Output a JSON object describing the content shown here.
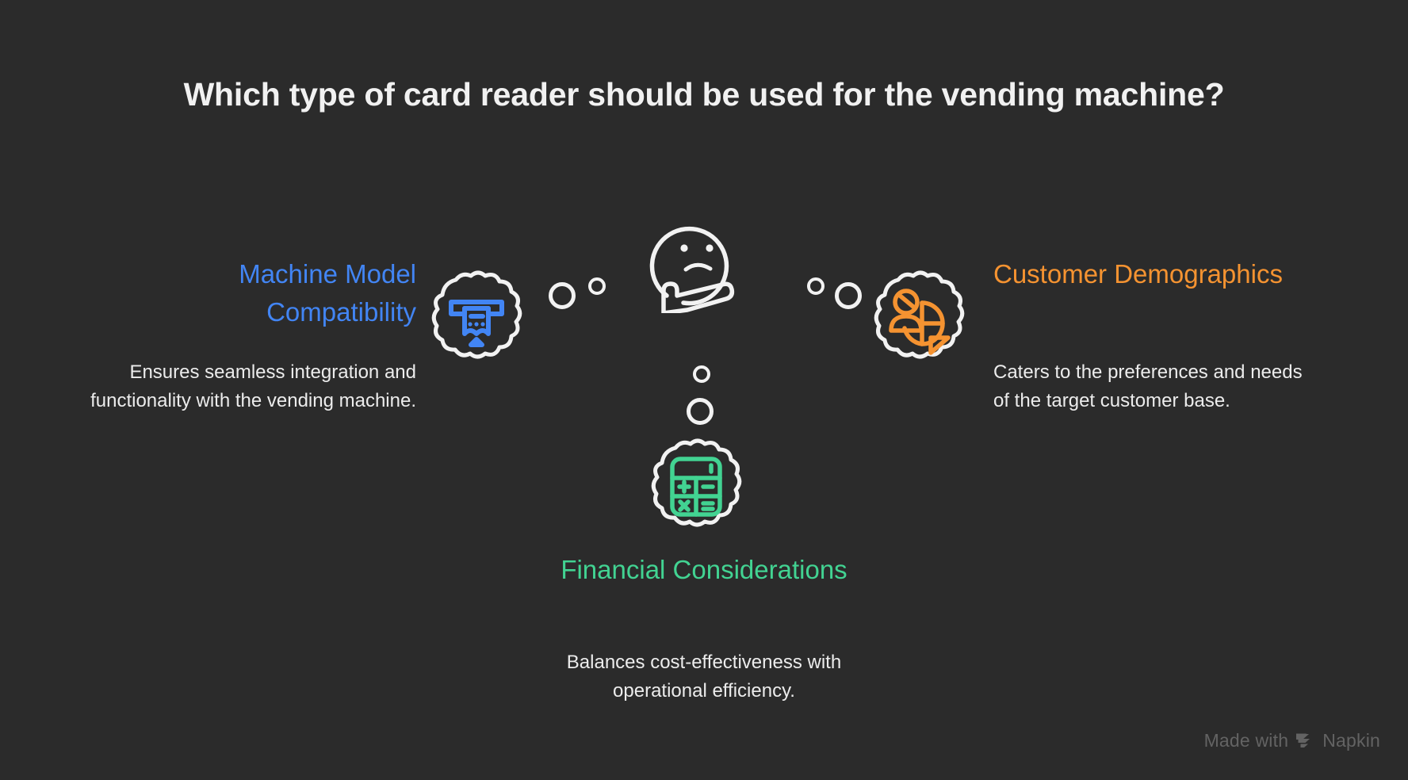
{
  "title": "Which type of card reader should be used for the vending machine?",
  "theme": {
    "background": "#2b2b2b",
    "title_color": "#f1f1f1",
    "body_color": "#ececec",
    "bubble_outline": "#f2f2f2",
    "blue": "#4285f4",
    "orange": "#f59331",
    "green": "#42d392",
    "watermark_color": "#636363"
  },
  "center_icon": {
    "name": "thinking-face-icon",
    "description": "thinking face with hand on chin"
  },
  "nodes": [
    {
      "id": "machine-model-compatibility",
      "heading": "Machine Model Compatibility",
      "body": "Ensures seamless integration and functionality with the vending machine.",
      "color": "#4285f4",
      "icon": "card-reader-icon",
      "position": "left"
    },
    {
      "id": "financial-considerations",
      "heading": "Financial Considerations",
      "body": "Balances cost-effectiveness with operational efficiency.",
      "color": "#42d392",
      "icon": "calculator-icon",
      "position": "bottom-center"
    },
    {
      "id": "customer-demographics",
      "heading": "Customer Demographics",
      "body": "Caters to the preferences and needs of the target customer base.",
      "color": "#f59331",
      "icon": "demographics-pie-person-icon",
      "position": "right"
    }
  ],
  "watermark": {
    "prefix": "Made with",
    "brand": "Napkin",
    "logo": "napkin-logo-icon"
  }
}
